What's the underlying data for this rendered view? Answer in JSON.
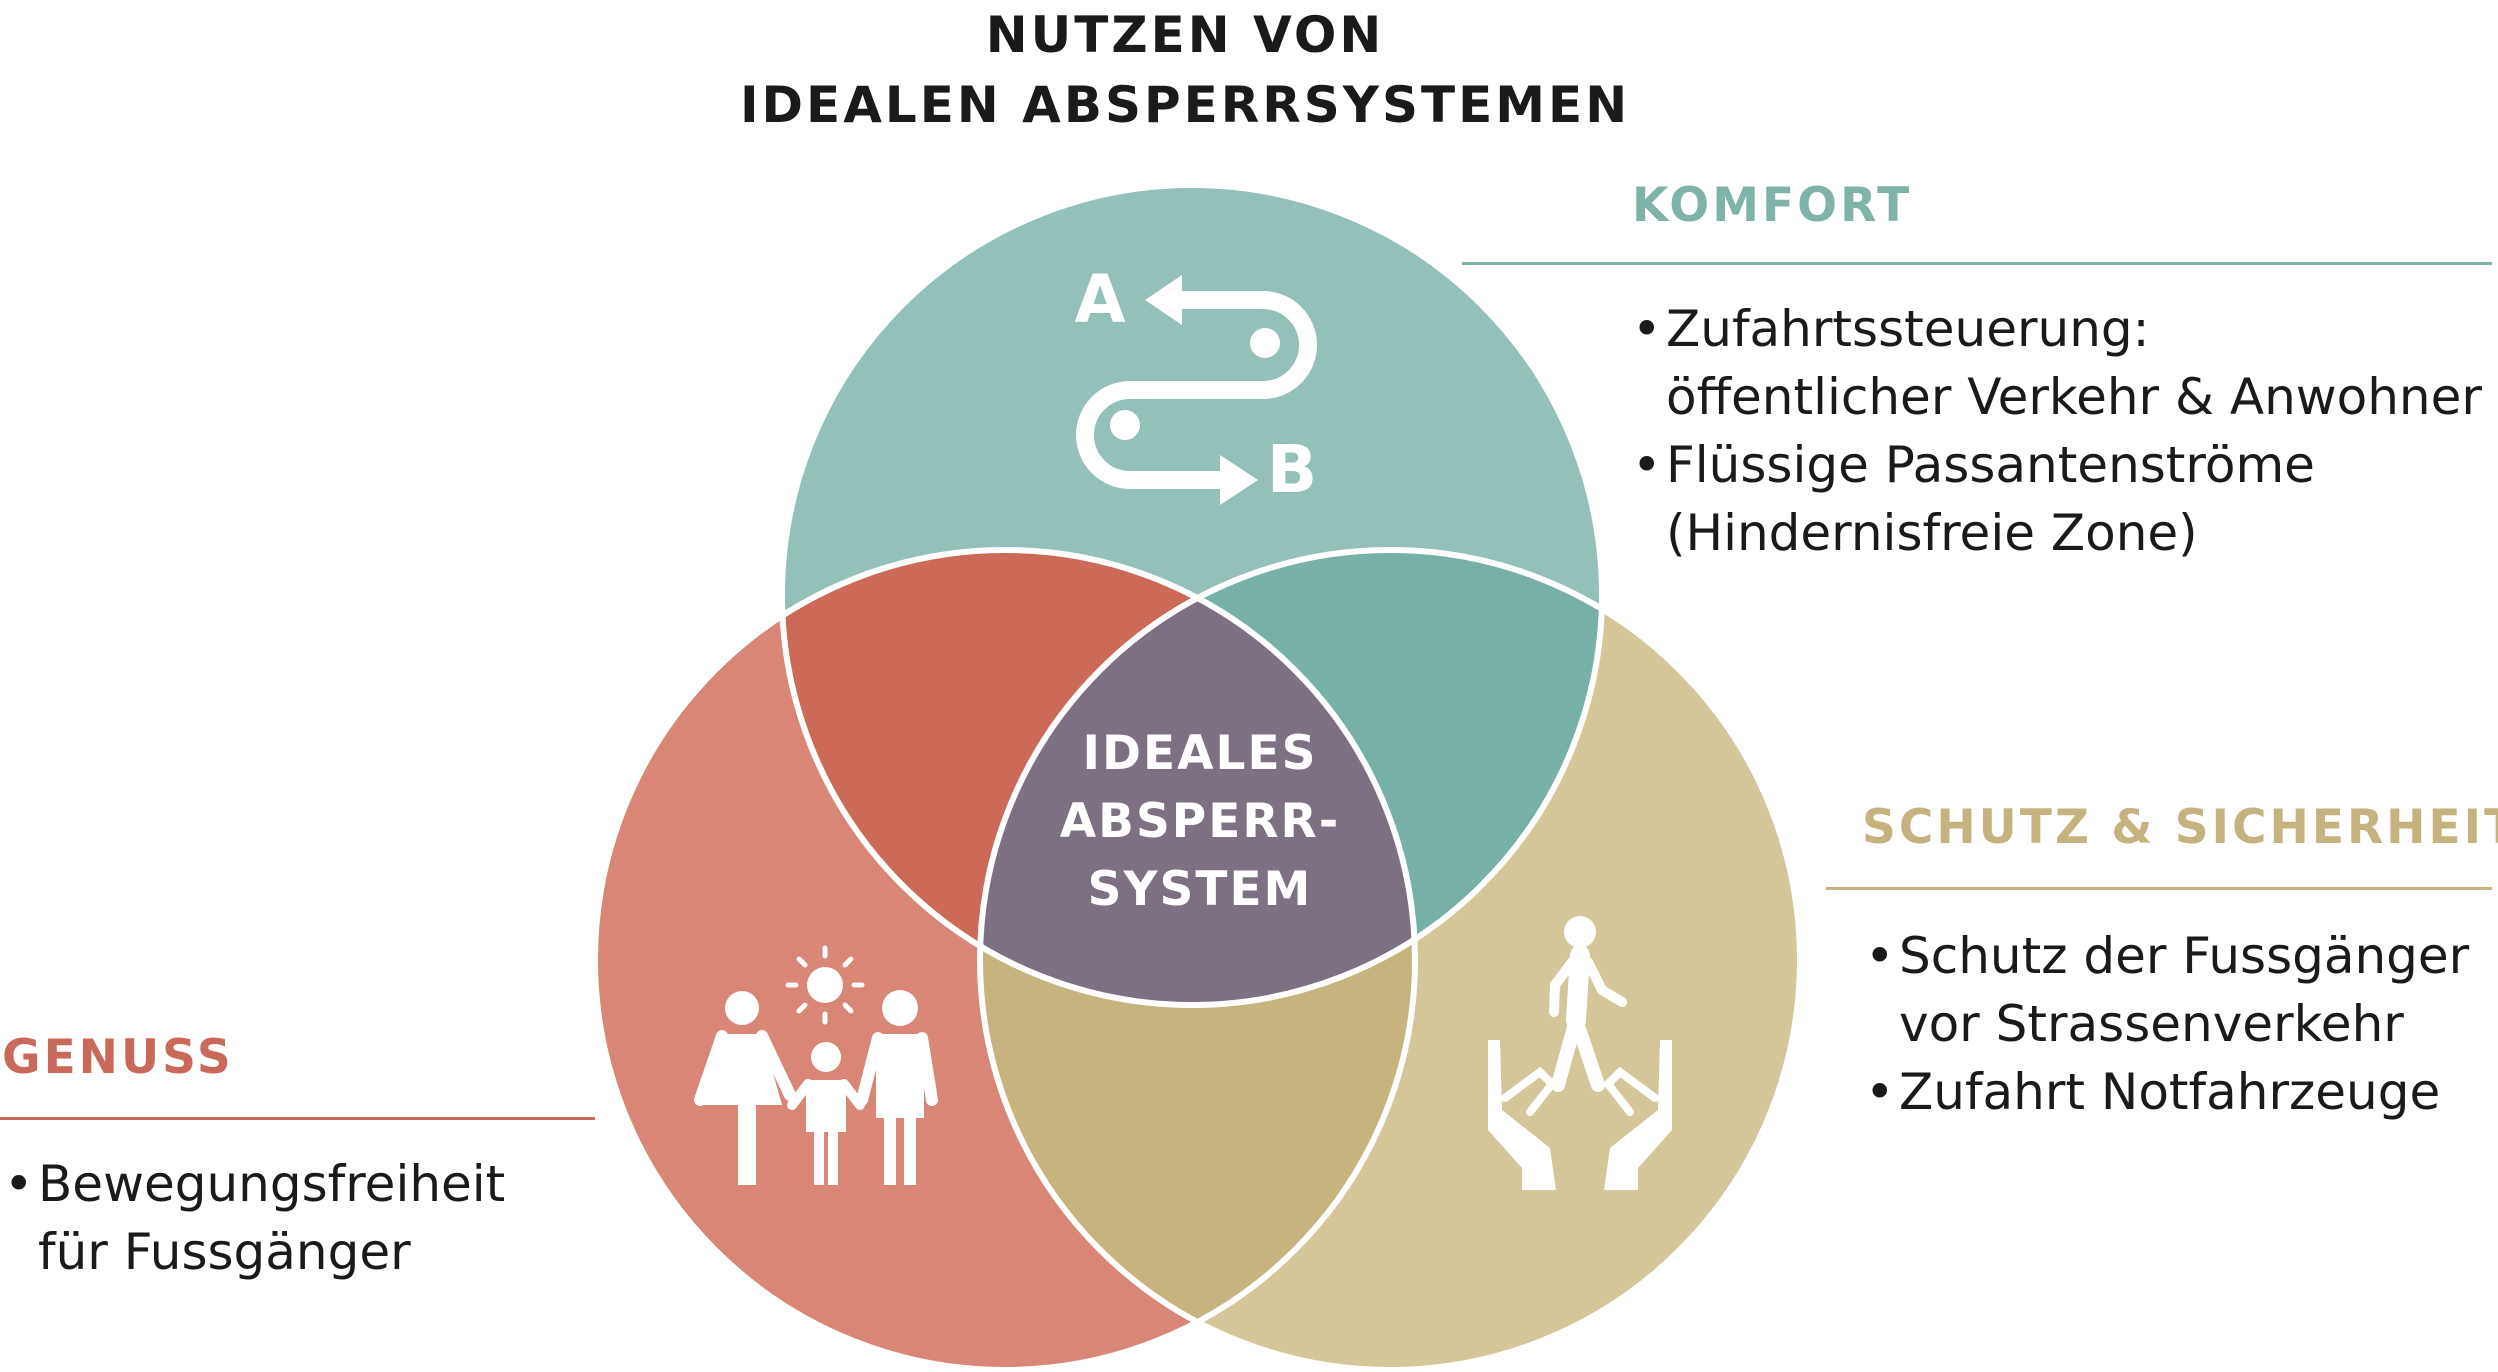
{
  "title": {
    "line1": "NUTZEN VON",
    "line2": "IDEALEN ABSPERRSYSTEMEN"
  },
  "center": {
    "line1": "IDEALES",
    "line2": "ABSPERR-",
    "line3": "SYSTEM"
  },
  "komfort": {
    "heading": "KOMFORT",
    "items": [
      {
        "line1": "Zufahrtssteuerung:",
        "line2": "öffentlicher Verkehr & Anwohner"
      },
      {
        "line1": "Flüssige Passantenströme",
        "line2": "(Hindernisfreie Zone)"
      }
    ],
    "icon": "route-a-to-b-icon"
  },
  "schutz": {
    "heading": "SCHUTZ & SICHERHEIT",
    "items": [
      {
        "line1": "Schutz der Fussgänger",
        "line2": "vor Strassenverkehr"
      },
      {
        "line1": "Zufahrt Notfahrzeuge"
      }
    ],
    "icon": "pedestrian-in-hands-icon"
  },
  "genuss": {
    "heading": "GENUSS",
    "items": [
      {
        "line1": "Bewegungsfreiheit",
        "line2": "für Fussgänger"
      }
    ],
    "icon": "family-with-sun-icon"
  },
  "colors": {
    "top_circle": "#94c0ba",
    "left_circle": "#d98677",
    "right_circle": "#d4c698",
    "top_left_overlap": "#cd6957",
    "top_right_overlap": "#77b0a6",
    "left_right_overlap": "#c7b37d",
    "center": "#7e7083",
    "komfort_text": "#7fb2a9",
    "schutz_text": "#c6b27e",
    "genuss_text": "#c9695a"
  }
}
